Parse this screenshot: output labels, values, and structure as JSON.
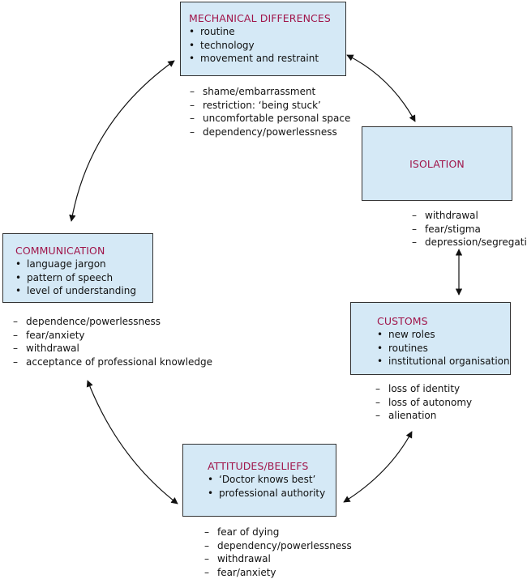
{
  "mechanical": {
    "title": "MECHANICAL DIFFERENCES",
    "bullets": [
      "routine",
      "technology",
      "movement and restraint"
    ],
    "effects": [
      "shame/embarrassment",
      "restriction: ‘being stuck’",
      "uncomfortable personal space",
      "dependency/powerlessness"
    ]
  },
  "isolation": {
    "title": "ISOLATION",
    "effects": [
      "withdrawal",
      "fear/stigma",
      "depression/segregation"
    ]
  },
  "communication": {
    "title": "COMMUNICATION",
    "bullets": [
      "language jargon",
      "pattern of speech",
      "level of understanding"
    ],
    "effects": [
      "dependence/powerlessness",
      "fear/anxiety",
      "withdrawal",
      "acceptance of professional knowledge"
    ]
  },
  "customs": {
    "title": "CUSTOMS",
    "bullets": [
      "new roles",
      "routines",
      "institutional organisation"
    ],
    "effects": [
      "loss of identity",
      "loss of autonomy",
      "alienation"
    ]
  },
  "attitudes": {
    "title": "ATTITUDES/BELIEFS",
    "bullets": [
      "‘Doctor knows best’",
      "professional authority"
    ],
    "effects": [
      "fear of dying",
      "dependency/powerlessness",
      "withdrawal",
      "fear/anxiety"
    ]
  },
  "colors": {
    "box_fill": "#d5e9f6",
    "title": "#a0154a",
    "border": "#333333"
  }
}
